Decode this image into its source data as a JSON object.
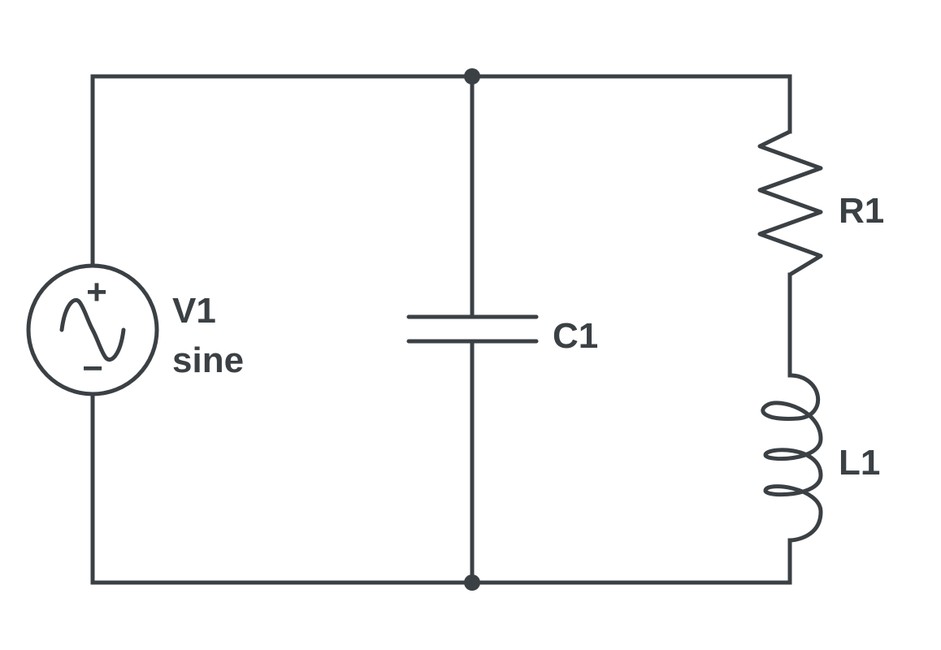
{
  "colors": {
    "stroke": "#3b4044",
    "background": "#ffffff"
  },
  "components": {
    "source": {
      "type": "sine-voltage-source",
      "name": "V1",
      "value": "sine",
      "plus": "+",
      "minus": "−"
    },
    "capacitor": {
      "type": "capacitor",
      "name": "C1"
    },
    "resistor": {
      "type": "resistor",
      "name": "R1"
    },
    "inductor": {
      "type": "inductor",
      "name": "L1"
    }
  },
  "topology": {
    "branches": [
      {
        "nodes": [
          "top",
          "bottom"
        ],
        "elements": [
          "V1"
        ]
      },
      {
        "nodes": [
          "top",
          "bottom"
        ],
        "elements": [
          "C1"
        ]
      },
      {
        "nodes": [
          "top",
          "bottom"
        ],
        "elements": [
          "R1",
          "L1"
        ],
        "connection": "series"
      }
    ],
    "junctions": [
      "top",
      "bottom"
    ]
  }
}
